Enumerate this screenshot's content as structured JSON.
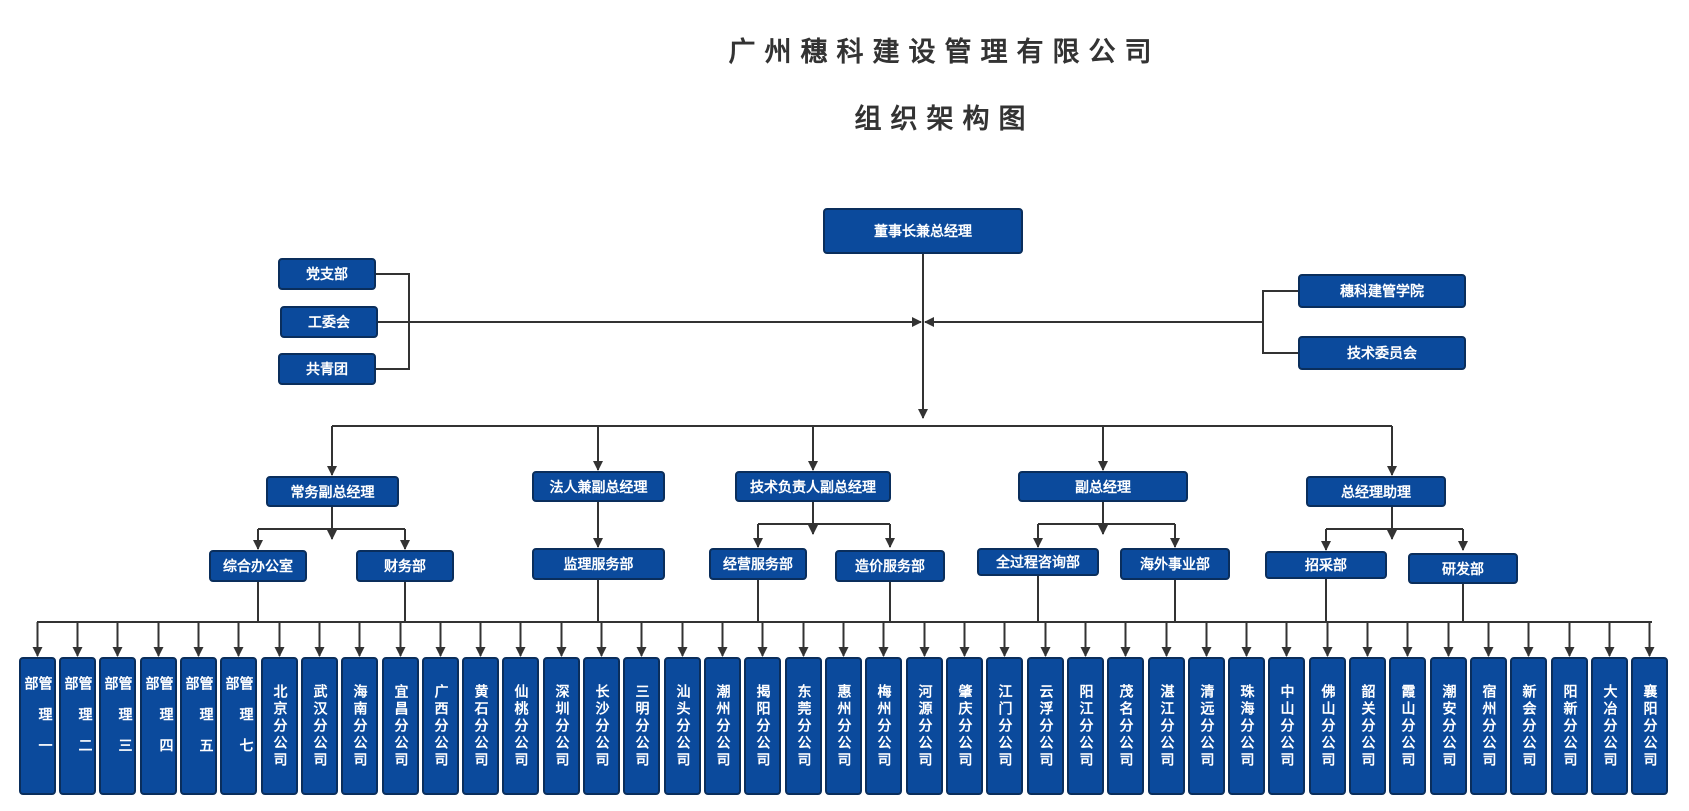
{
  "title": "广州穗科建设管理有限公司",
  "subtitle": "组织架构图",
  "colors": {
    "box_fill": "#0b4a9c",
    "box_border": "#0a2e5c",
    "line": "#333333",
    "text": "#ffffff"
  },
  "chairman": "董事长兼总经理",
  "left_units": [
    "党支部",
    "工委会",
    "共青团"
  ],
  "right_units": [
    "穗科建管学院",
    "技术委员会"
  ],
  "managers": [
    "常务副总经理",
    "法人兼副总经理",
    "技术负责人副总经理",
    "副总经理",
    "总经理助理"
  ],
  "departments": [
    "综合办公室",
    "财务部",
    "监理服务部",
    "经营服务部",
    "造价服务部",
    "全过程咨询部",
    "海外事业部",
    "招采部",
    "研发部"
  ],
  "branches": [
    "管理一部",
    "管理二部",
    "管理三部",
    "管理四部",
    "管理五部",
    "管理七部",
    "北京分公司",
    "武汉分公司",
    "海南分公司",
    "宜昌分公司",
    "广西分公司",
    "黄石分公司",
    "仙桃分公司",
    "深圳分公司",
    "长沙分公司",
    "三明分公司",
    "汕头分公司",
    "潮州分公司",
    "揭阳分公司",
    "东莞分公司",
    "惠州分公司",
    "梅州分公司",
    "河源分公司",
    "肇庆分公司",
    "江门分公司",
    "云浮分公司",
    "阳江分公司",
    "茂名分公司",
    "湛江分公司",
    "清远分公司",
    "珠海分公司",
    "中山分公司",
    "佛山分公司",
    "韶关分公司",
    "霞山分公司",
    "潮安分公司",
    "宿州分公司",
    "新会分公司",
    "阳新分公司",
    "大冶分公司",
    "襄阳分公司"
  ]
}
